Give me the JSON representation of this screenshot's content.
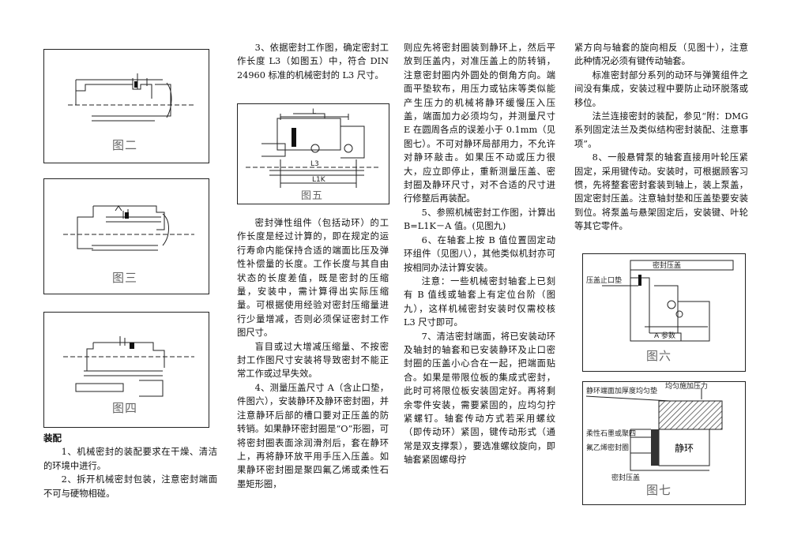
{
  "figures": {
    "fig2": "图二",
    "fig3": "图三",
    "fig4": "图四",
    "fig5": {
      "caption": "图五",
      "label_l": "L",
      "label_l3": "L3",
      "label_l1k": "L1K"
    },
    "fig6": {
      "caption": "图六",
      "label_top": "密封压盖",
      "label_side": "压盖止口垫",
      "label_a": "A 参数"
    },
    "fig7": {
      "caption": "图七",
      "label_force": "均匀施加压力",
      "label_face": "静环端面加厚度均匀垫",
      "label_graphite": "柔性石墨或聚四",
      "label_ptfe": "氟乙烯密封圈",
      "label_ring": "静环",
      "label_gland": "密封压盖"
    }
  },
  "col1": {
    "heading": "装配",
    "p1": "1、机械密封的装配要求在干燥、清洁的环境中进行。",
    "p2": "2、拆开机械密封包装，注意密封端面不可与硬物相碰。"
  },
  "col2": {
    "p1": "3、依据密封工作图，确定密封工作长度 L3（如图五）中，符合 DIN 24960 标准的机械密封的 L3 尺寸。",
    "p2": "密封弹性组件（包括动环）的工作长度是经过计算的，即在规定的运行寿命内能保持合适的端面比压及弹性补偿量的长度。工作长度与其自由状态的长度差值，既是密封的压缩量，安装中，需计算得出实际压缩量。可根据使用经验对密封压缩量进行少量增减，否则必须保证密封工作图尺寸。",
    "p3": "盲目或过大增减压缩量、不按密封工作图尺寸安装将导致密封不能正常工作或过早失效。",
    "p4": "4、测量压盖尺寸 A（含止口垫，件图六），安装静环及静环密封圈，并注意静环后部的槽口要对正压盖的防转销。如果静环密封圈是“O”形圈，可将密封圈表面涂润滑剂后，套在静环上，再将静环放平用手压入压盖。如果静环密封圈是聚四氟乙烯或柔性石墨矩形圈，"
  },
  "col3": {
    "p1": "则应先将密封圈装到静环上，然后平放到压盖内，对准压盖上的防转销，注意密封圈内外圆处的倒角方向。端面平垫软布，用压力或钻床等类似能产生压力的机械将静环缓慢压入压盖，端面加力必须均匀，并测量尺寸 E 在圆周各点的误差小于 0.1mm（见图七）。不可对静环局部用力，不允许对静环敲击。如果压不动或压力很大，应立即停止，重新测量压盖、密封圈及静环尺寸，对不合适的尺寸进行修整后再装配。",
    "p2": "5、参照机械密封工作图，计算出 B=L1K－A 值。(见图九)",
    "p3": "6、在轴套上按 B 值位置固定动环组件（见图八），其他类似机封亦可按相同办法计算安装。",
    "p4": "注意：一些机械密封轴套上已刻有 B 值线或轴套上有定位台阶（图九），这样机械密封安装时仅需校核 L3 尺寸即可。",
    "p5": "7、清洁密封端面，将已安装动环及轴封的轴套和已安装静环及止口密封圈的压盖小心合在一起，把端面贴合。如果是带限位板的集成式密封，此时可将限位板安装固定好。再将剩余零件安装，需要紧固的，应均匀拧紧螺钉。轴套传动方式若采用螺纹（即传动环）紧固，键传动形式（通常是双支撑泵），要选准螺纹旋向，即轴套紧固螺母拧"
  },
  "col4": {
    "p1": "紧方向与轴套的旋向相反（见图十），注意此种情况必须有键传动轴套。",
    "p2": "标准密封部分系列的动环与弹簧组件之间没有集成，安装过程中要防止动环脱落或移位。",
    "p3": "法兰连接密封的装配，参见“附：DMG 系列固定法兰及类似结构密封装配、注意事项”。",
    "p4": "8、一般悬臂泵的轴套直接用叶轮压紧固定，采用键传动。安装时，可根据顾客习惯，先将整套密封套装到轴上，装上泵盖，固定密封压盖。注意轴封垫和压盖垫要安装到位。将泵盖与悬架固定后，安装键、叶轮等其它零件。"
  }
}
